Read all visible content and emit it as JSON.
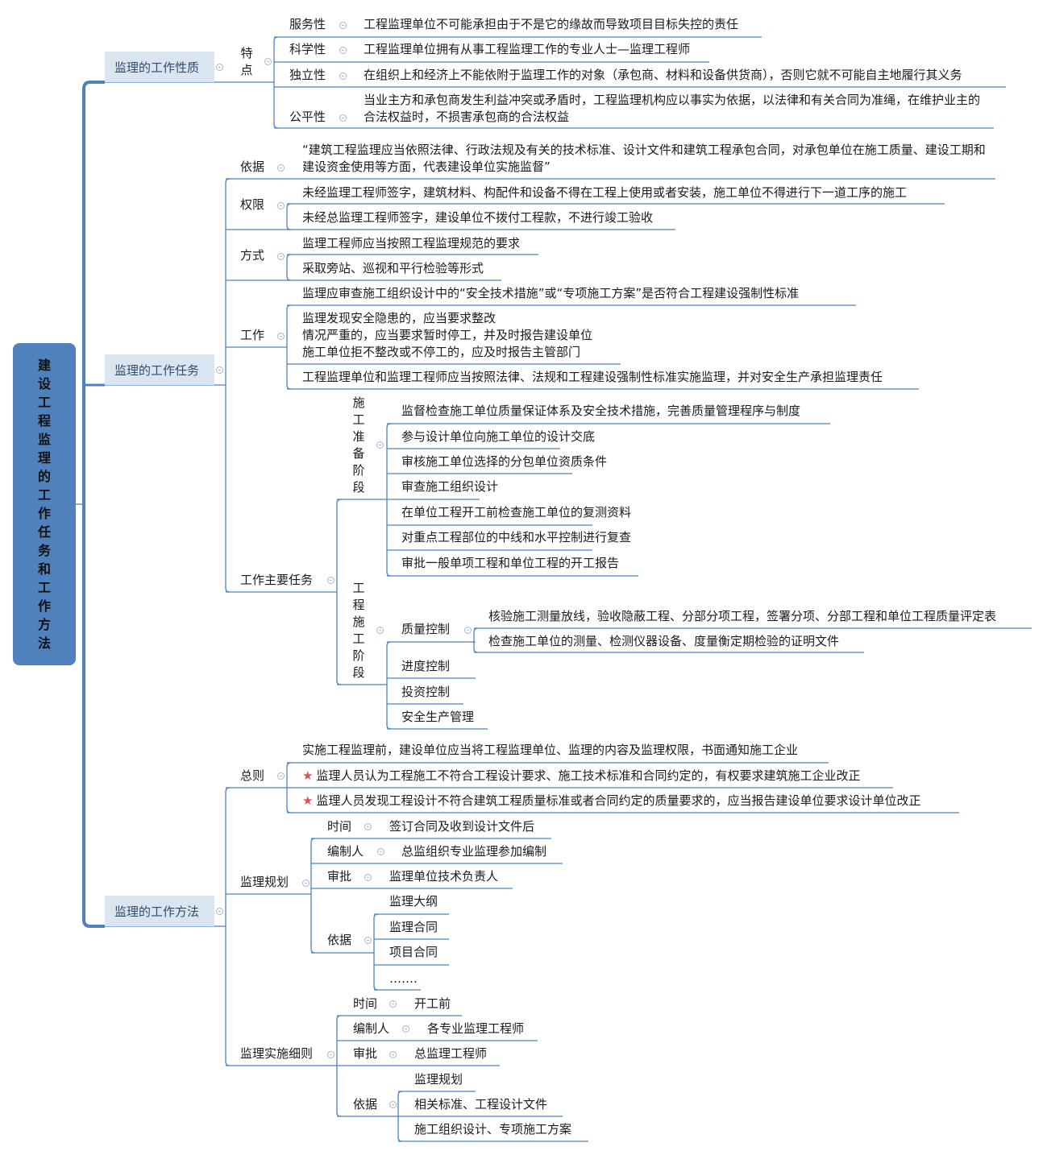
{
  "colors": {
    "line": "#4f81bd",
    "root_bg": "#4f81bd",
    "level1_bg": "#dbe5f1",
    "level1_text": "#2f4a6b",
    "star": "#e84c4c"
  },
  "root": {
    "title": "建设工程监理的工作任务和工作方法"
  },
  "nature": {
    "label": "监理的工作性质",
    "features_label": "特点",
    "items": [
      {
        "label": "服务性",
        "text": "工程监理单位不可能承担由于不是它的缘故而导致项目目标失控的责任"
      },
      {
        "label": "科学性",
        "text": "工程监理单位拥有从事工程监理工作的专业人士—监理工程师"
      },
      {
        "label": "独立性",
        "text": "在组织上和经济上不能依附于监理工作的对象（承包商、材料和设备供货商），否则它就不可能自主地履行其义务"
      },
      {
        "label": "公平性",
        "text": "当业主方和承包商发生利益冲突或矛盾时，工程监理机构应以事实为依据，以法律和有关合同为准绳，在维护业主的合法权益时，不损害承包商的合法权益"
      }
    ]
  },
  "tasks": {
    "label": "监理的工作任务",
    "basis": {
      "label": "依据",
      "text": "“建筑工程监理应当依照法律、行政法规及有关的技术标准、设计文件和建筑工程承包合同，对承包单位在施工质量、建设工期和建设资金使用等方面，代表建设单位实施监督”"
    },
    "authority": {
      "label": "权限",
      "items": [
        "未经监理工程师签字，建筑材料、构配件和设备不得在工程上使用或者安装，施工单位不得进行下一道工序的施工",
        "未经总监理工程师签字，建设单位不拨付工程款，不进行竣工验收"
      ]
    },
    "manner": {
      "label": "方式",
      "items": [
        "监理工程师应当按照工程监理规范的要求",
        "采取旁站、巡视和平行检验等形式"
      ]
    },
    "work": {
      "label": "工作",
      "items": [
        "监理应审查施工组织设计中的“安全技术措施”或“专项施工方案”是否符合工程建设强制性标准",
        "监理发现安全隐患的，应当要求整改",
        "情况严重的，应当要求暂时停工，并及时报告建设单位",
        "施工单位拒不整改或不停工的，应及时报告主管部门",
        "工程监理单位和监理工程师应当按照法律、法规和工程建设强制性标准实施监理，并对安全生产承担监理责任"
      ]
    },
    "main": {
      "label": "工作主要任务",
      "prep": {
        "label": "施工准备阶段",
        "items": [
          "监督检查施工单位质量保证体系及安全技术措施，完善质量管理程序与制度",
          "参与设计单位向施工单位的设计交底",
          "审核施工单位选择的分包单位资质条件",
          "审查施工组织设计",
          "在单位工程开工前检查施工单位的复测资料",
          "对重点工程部位的中线和水平控制进行复查",
          "审批一般单项工程和单位工程的开工报告"
        ]
      },
      "construction": {
        "label": "工程施工阶段",
        "quality": {
          "label": "质量控制",
          "items": [
            "核验施工测量放线，验收隐蔽工程、分部分项工程，签署分项、分部工程和单位工程质量评定表",
            "检查施工单位的测量、检测仪器设备、度量衡定期检验的证明文件"
          ]
        },
        "schedule": "进度控制",
        "investment": "投资控制",
        "safety": "安全生产管理"
      }
    }
  },
  "methods": {
    "label": "监理的工作方法",
    "general": {
      "label": "总则",
      "items": [
        "实施工程监理前，建设单位应当将工程监理单位、监理的内容及监理权限，书面通知施工企业",
        "监理人员认为工程施工不符合工程设计要求、施工技术标准和合同约定的，有权要求建筑施工企业改正",
        "监理人员发现工程设计不符合建筑工程质量标准或者合同约定的质量要求的，应当报告建设单位要求设计单位改正"
      ]
    },
    "plan": {
      "label": "监理规划",
      "time": {
        "label": "时间",
        "value": "签订合同及收到设计文件后"
      },
      "author": {
        "label": "编制人",
        "value": "总监组织专业监理参加编制"
      },
      "approval": {
        "label": "审批",
        "value": "监理单位技术负责人"
      },
      "basis": {
        "label": "依据",
        "items": [
          "监理大纲",
          "监理合同",
          "项目合同",
          "……."
        ]
      }
    },
    "rules": {
      "label": "监理实施细则",
      "time": {
        "label": "时间",
        "value": "开工前"
      },
      "author": {
        "label": "编制人",
        "value": "各专业监理工程师"
      },
      "approval": {
        "label": "审批",
        "value": "总监理工程师"
      },
      "basis": {
        "label": "依据",
        "items": [
          "监理规划",
          "相关标准、工程设计文件",
          "施工组织设计、专项施工方案"
        ]
      }
    }
  }
}
